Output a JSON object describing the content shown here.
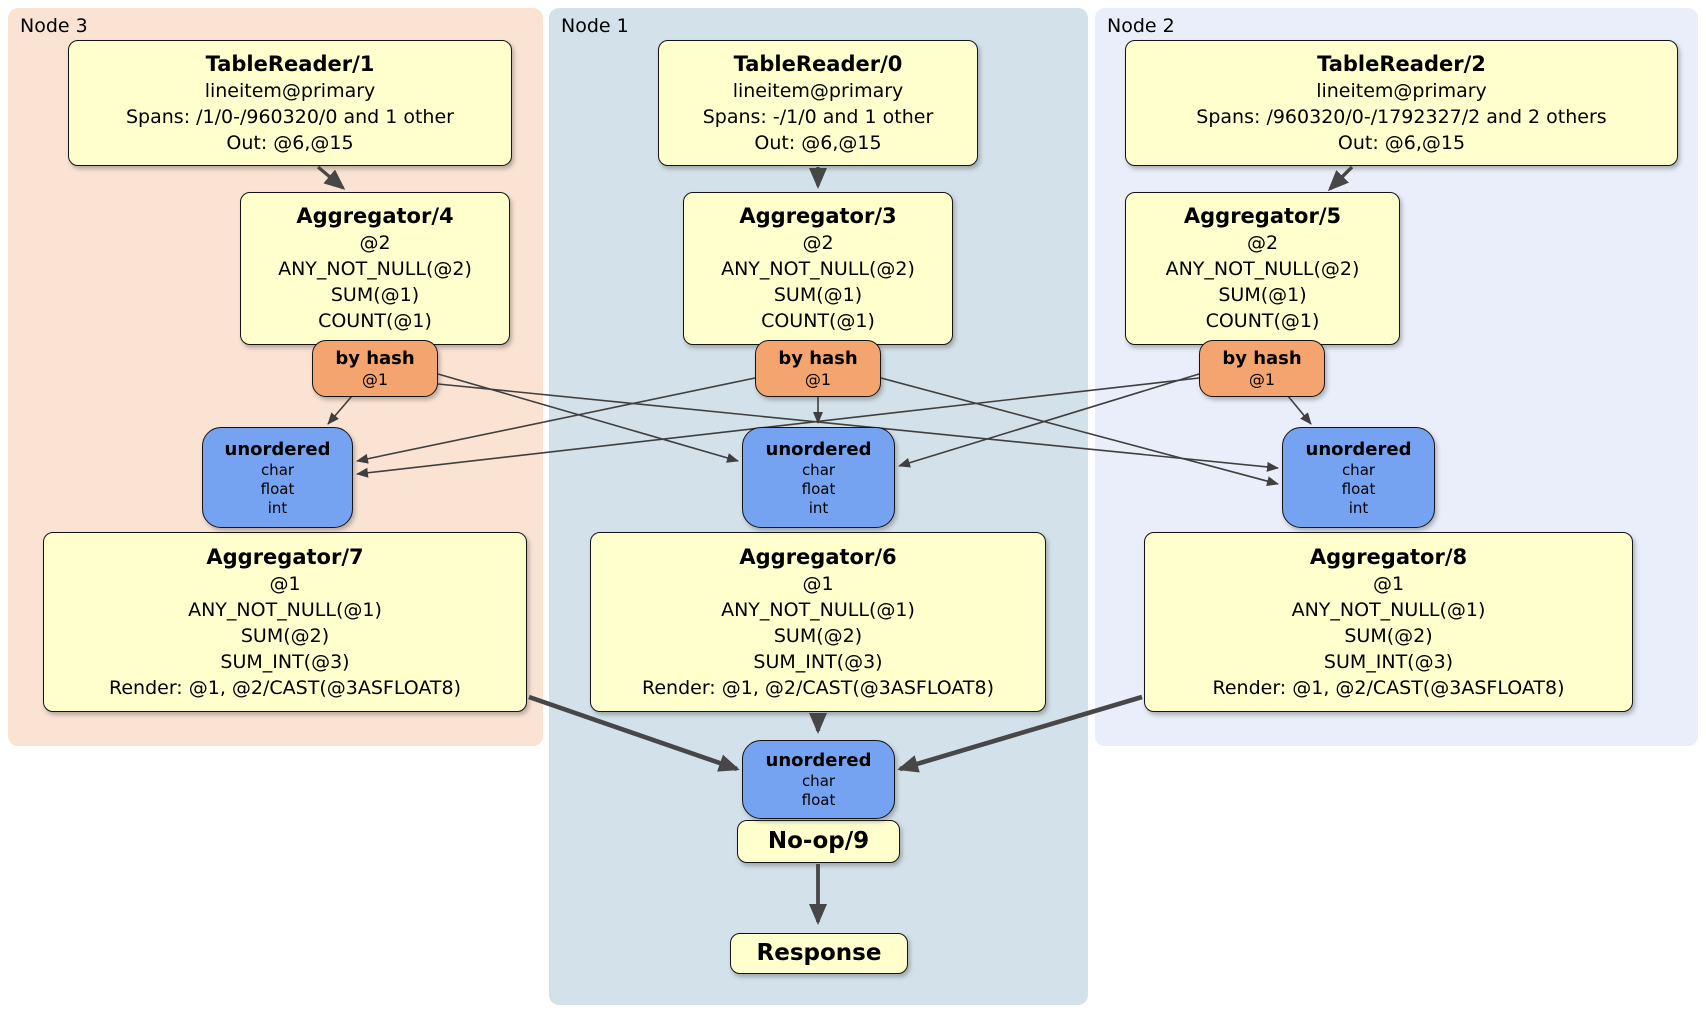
{
  "colors": {
    "panel_node3": "#fbe3d4",
    "panel_node1": "#d3e1ea",
    "panel_node2": "#e9eefa",
    "box_yellow": "#ffffce",
    "box_orange": "#f4a46f",
    "box_blue": "#76a3f1",
    "edge": "#3f3f3f"
  },
  "nodes": {
    "node3": {
      "label": "Node 3",
      "table_reader": {
        "title": "TableReader/1",
        "lines": [
          "lineitem@primary",
          "Spans: /1/0-/960320/0 and 1 other",
          "Out: @6,@15"
        ]
      },
      "aggregator_top": {
        "title": "Aggregator/4",
        "lines": [
          "@2",
          "ANY_NOT_NULL(@2)",
          "SUM(@1)",
          "COUNT(@1)"
        ]
      },
      "hash_router": {
        "title": "by hash",
        "lines": [
          "@1"
        ]
      },
      "sync": {
        "title": "unordered",
        "lines": [
          "char",
          "float",
          "int"
        ]
      },
      "aggregator_bottom": {
        "title": "Aggregator/7",
        "lines": [
          "@1",
          "ANY_NOT_NULL(@1)",
          "SUM(@2)",
          "SUM_INT(@3)",
          "Render: @1, @2/CAST(@3ASFLOAT8)"
        ]
      }
    },
    "node1": {
      "label": "Node 1",
      "table_reader": {
        "title": "TableReader/0",
        "lines": [
          "lineitem@primary",
          "Spans: -/1/0 and 1 other",
          "Out: @6,@15"
        ]
      },
      "aggregator_top": {
        "title": "Aggregator/3",
        "lines": [
          "@2",
          "ANY_NOT_NULL(@2)",
          "SUM(@1)",
          "COUNT(@1)"
        ]
      },
      "hash_router": {
        "title": "by hash",
        "lines": [
          "@1"
        ]
      },
      "sync": {
        "title": "unordered",
        "lines": [
          "char",
          "float",
          "int"
        ]
      },
      "aggregator_bottom": {
        "title": "Aggregator/6",
        "lines": [
          "@1",
          "ANY_NOT_NULL(@1)",
          "SUM(@2)",
          "SUM_INT(@3)",
          "Render: @1, @2/CAST(@3ASFLOAT8)"
        ]
      },
      "final_sync": {
        "title": "unordered",
        "lines": [
          "char",
          "float"
        ]
      },
      "noop": {
        "title": "No-op/9"
      },
      "response": {
        "title": "Response"
      }
    },
    "node2": {
      "label": "Node 2",
      "table_reader": {
        "title": "TableReader/2",
        "lines": [
          "lineitem@primary",
          "Spans: /960320/0-/1792327/2 and 2 others",
          "Out: @6,@15"
        ]
      },
      "aggregator_top": {
        "title": "Aggregator/5",
        "lines": [
          "@2",
          "ANY_NOT_NULL(@2)",
          "SUM(@1)",
          "COUNT(@1)"
        ]
      },
      "hash_router": {
        "title": "by hash",
        "lines": [
          "@1"
        ]
      },
      "sync": {
        "title": "unordered",
        "lines": [
          "char",
          "float",
          "int"
        ]
      },
      "aggregator_bottom": {
        "title": "Aggregator/8",
        "lines": [
          "@1",
          "ANY_NOT_NULL(@1)",
          "SUM(@2)",
          "SUM_INT(@3)",
          "Render: @1, @2/CAST(@3ASFLOAT8)"
        ]
      }
    }
  }
}
